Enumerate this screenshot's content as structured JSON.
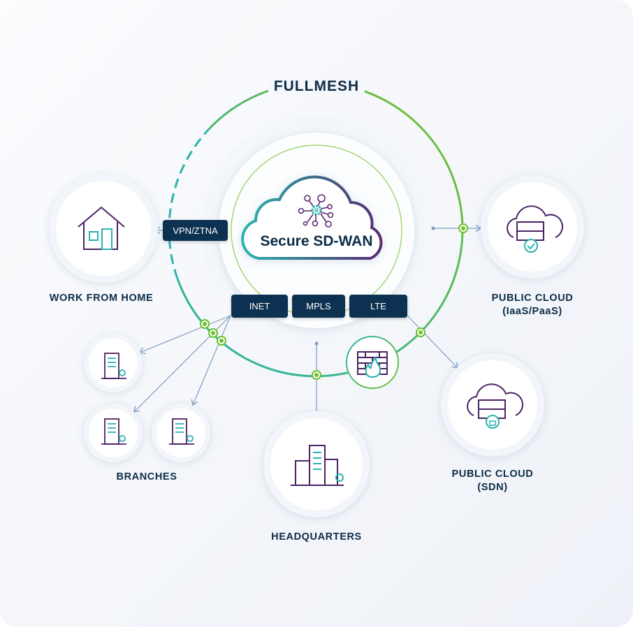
{
  "title": "FULLMESH",
  "core": {
    "label": "Secure SD-WAN",
    "icon": "network-gear-icon"
  },
  "connections": {
    "vpn": "VPN/ZTNA",
    "links": [
      "INET",
      "MPLS",
      "LTE"
    ]
  },
  "nodes": {
    "work_from_home": "WORK FROM HOME",
    "public_cloud_iaas": [
      "PUBLIC CLOUD",
      "(IaaS/PaaS)"
    ],
    "public_cloud_sdn": [
      "PUBLIC CLOUD",
      "(SDN)"
    ],
    "headquarters": "HEADQUARTERS",
    "branches": "BRANCHES"
  },
  "colors": {
    "navy": "#0d3150",
    "green": "#6cbf2c",
    "teal": "#2bb3b0",
    "purple": "#4a2262"
  }
}
